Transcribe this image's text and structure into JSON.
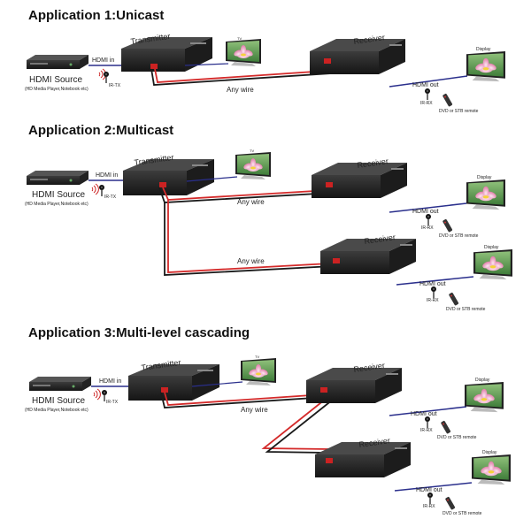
{
  "colors": {
    "wire_red": "#d42a2a",
    "wire_black": "#1a1a1a",
    "hdmi_blue": "#2a2f8c",
    "device_body": "#1f1f1f",
    "device_top": "#3a3a3a"
  },
  "labels": {
    "transmitter": "Transmitter",
    "receiver": "Receiver",
    "hdmi_in": "HDMI in",
    "hdmi_out": "HDMI out",
    "any_wire": "Any wire",
    "hdmi_source": "HDMI Source",
    "source_sub": "(HD Media Player,Notebook etc)",
    "ir_tx": "IR-TX",
    "ir_rx": "IR-RX",
    "tv": "TV",
    "display": "Display",
    "remote": "DVD or STB remote"
  },
  "sections": [
    {
      "title": "Application 1:Unicast"
    },
    {
      "title": "Application 2:Multicast"
    },
    {
      "title": "Application 3:Multi-level cascading"
    }
  ]
}
